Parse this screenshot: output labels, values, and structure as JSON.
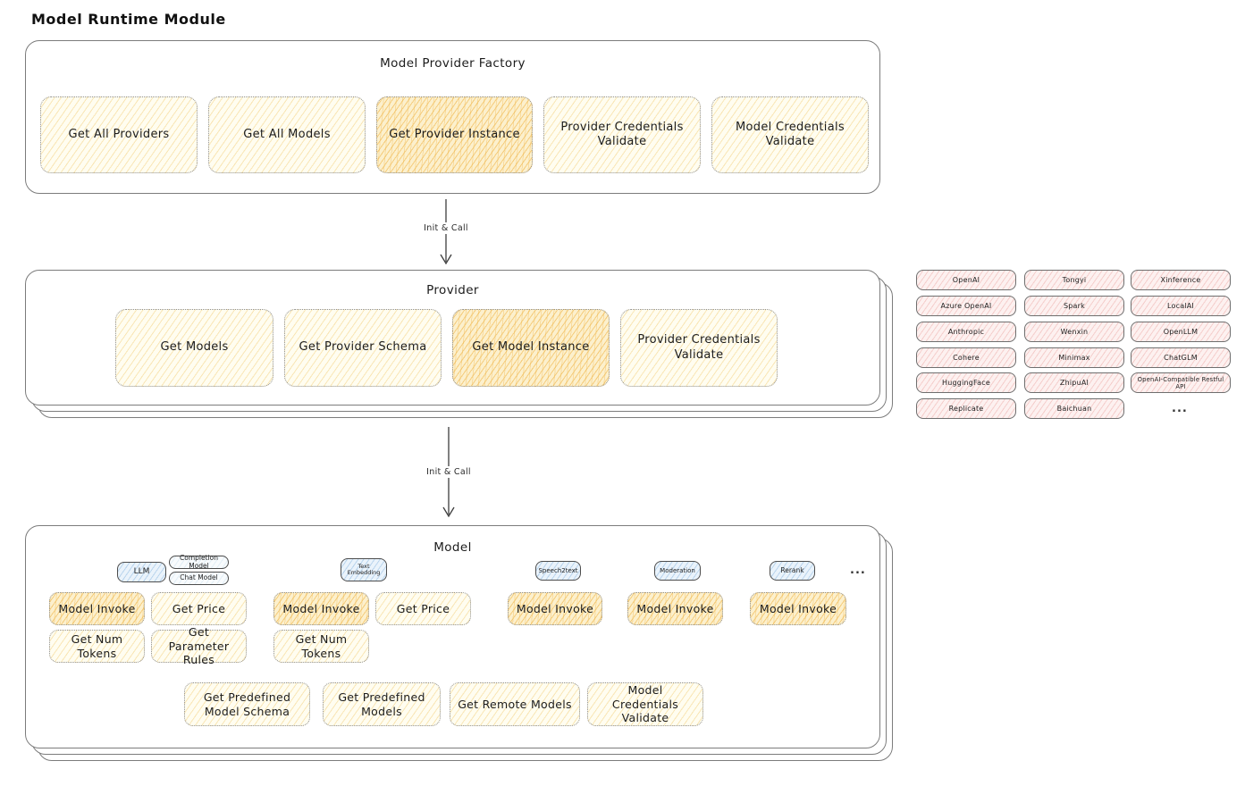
{
  "title": "Model Runtime Module",
  "arrow_label": "Init & Call",
  "factory": {
    "title": "Model Provider Factory",
    "buttons": [
      "Get All Providers",
      "Get All Models",
      "Get Provider Instance",
      "Provider Credentials Validate",
      "Model Credentials Validate"
    ]
  },
  "provider": {
    "title": "Provider",
    "buttons": [
      "Get Models",
      "Get Provider Schema",
      "Get Model Instance",
      "Provider Credentials Validate"
    ]
  },
  "providers_grid": {
    "items": [
      "OpenAI",
      "Tongyi",
      "Xinference",
      "Azure OpenAI",
      "Spark",
      "LocalAI",
      "Anthropic",
      "Wenxin",
      "OpenLLM",
      "Cohere",
      "Minimax",
      "ChatGLM",
      "HuggingFace",
      "ZhipuAI",
      "OpenAI-Compatible Restful API",
      "Replicate",
      "Baichuan"
    ],
    "more": "..."
  },
  "model": {
    "title": "Model",
    "types": {
      "llm": "LLM",
      "completion_model": "Completion Model",
      "chat_model": "Chat Model",
      "text_embedding": "Text Embedding",
      "speech2text": "Speech2text",
      "moderation": "Moderation",
      "rerank": "Rerank",
      "more": "..."
    },
    "buttons": {
      "model_invoke": "Model Invoke",
      "get_price": "Get Price",
      "get_num_tokens": "Get Num Tokens",
      "get_parameter_rules": "Get Parameter Rules",
      "get_predefined_model_schema": "Get Predefined Model Schema",
      "get_predefined_models": "Get Predefined Models",
      "get_remote_models": "Get Remote Models",
      "model_credentials_validate": "Model Credentials Validate"
    }
  },
  "colors": {
    "button_light": "#fffdf0",
    "button_highlight": "#fcf0cd",
    "hatch_orange": "#f0b446",
    "chip_blue": "#eaf3fb",
    "provider_pink": "#fdf1f0",
    "box_border": "#7c7c7c",
    "text": "#1f1f1f"
  }
}
